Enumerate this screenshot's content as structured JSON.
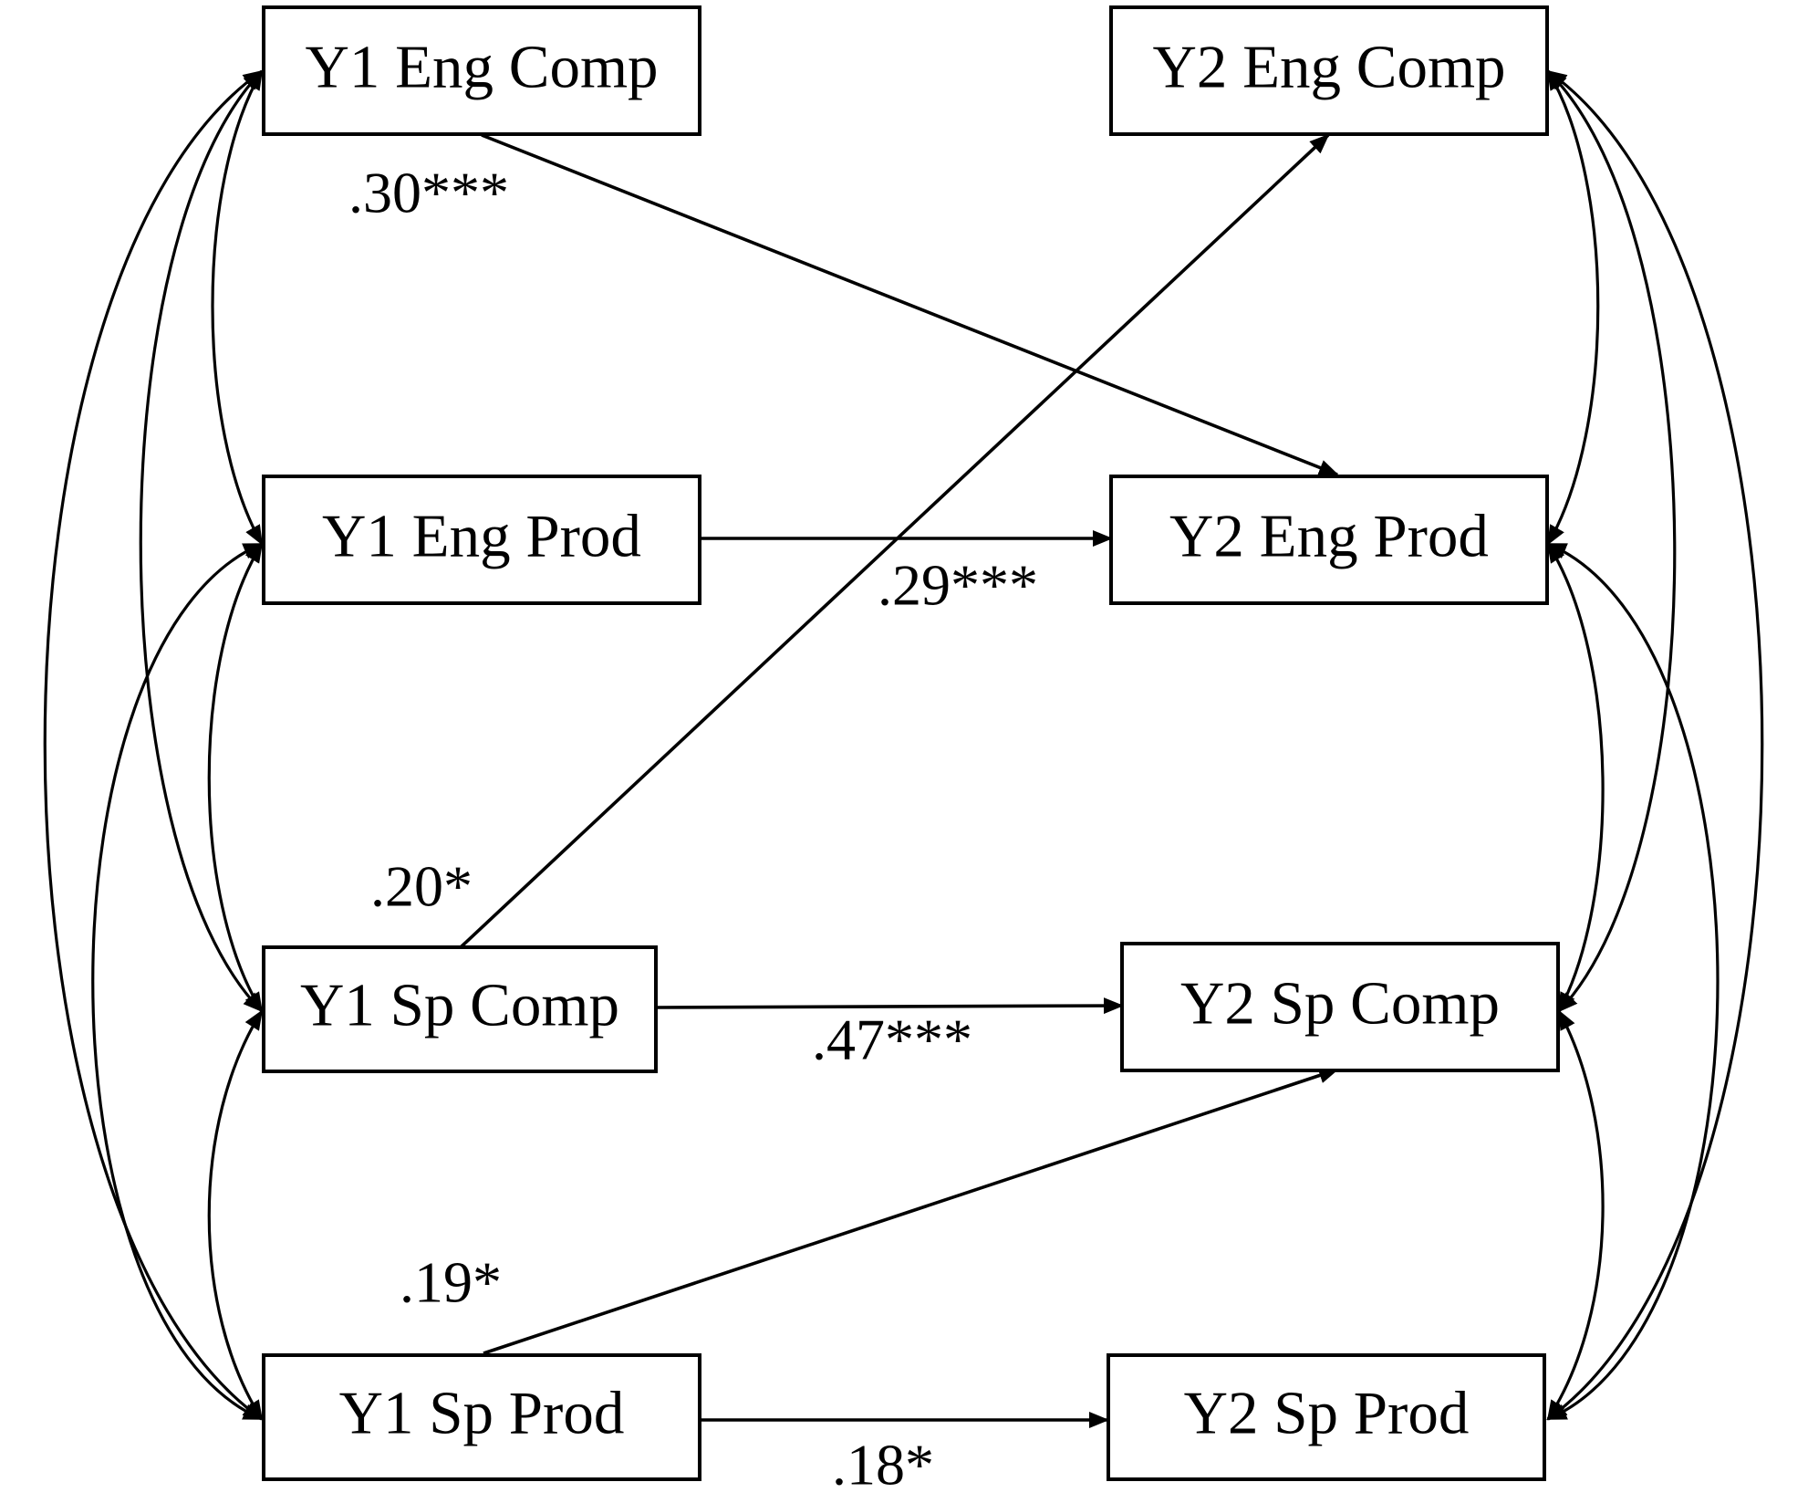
{
  "nodes": {
    "y1_eng_comp": "Y1 Eng Comp",
    "y1_eng_prod": "Y1 Eng Prod",
    "y1_sp_comp": "Y1 Sp Comp",
    "y1_sp_prod": "Y1 Sp Prod",
    "y2_eng_comp": "Y2 Eng Comp",
    "y2_eng_prod": "Y2 Eng Prod",
    "y2_sp_comp": "Y2 Sp Comp",
    "y2_sp_prod": "Y2 Sp Prod"
  },
  "paths": [
    {
      "from": "y1_eng_comp",
      "to": "y2_eng_prod",
      "coef": ".30***"
    },
    {
      "from": "y1_eng_prod",
      "to": "y2_eng_prod",
      "coef": ".29***"
    },
    {
      "from": "y1_sp_comp",
      "to": "y2_eng_comp",
      "coef": ".20*"
    },
    {
      "from": "y1_sp_comp",
      "to": "y2_sp_comp",
      "coef": ".47***"
    },
    {
      "from": "y1_sp_prod",
      "to": "y2_sp_comp",
      "coef": ".19*"
    },
    {
      "from": "y1_sp_prod",
      "to": "y2_sp_prod",
      "coef": ".18*"
    }
  ],
  "covariances": {
    "left": [
      [
        "y1_eng_comp",
        "y1_eng_prod"
      ],
      [
        "y1_eng_comp",
        "y1_sp_comp"
      ],
      [
        "y1_eng_comp",
        "y1_sp_prod"
      ],
      [
        "y1_eng_prod",
        "y1_sp_comp"
      ],
      [
        "y1_eng_prod",
        "y1_sp_prod"
      ],
      [
        "y1_sp_comp",
        "y1_sp_prod"
      ]
    ],
    "right": [
      [
        "y2_eng_comp",
        "y2_eng_prod"
      ],
      [
        "y2_eng_comp",
        "y2_sp_comp"
      ],
      [
        "y2_eng_comp",
        "y2_sp_prod"
      ],
      [
        "y2_eng_prod",
        "y2_sp_comp"
      ],
      [
        "y2_eng_prod",
        "y2_sp_prod"
      ],
      [
        "y2_sp_comp",
        "y2_sp_prod"
      ]
    ]
  }
}
